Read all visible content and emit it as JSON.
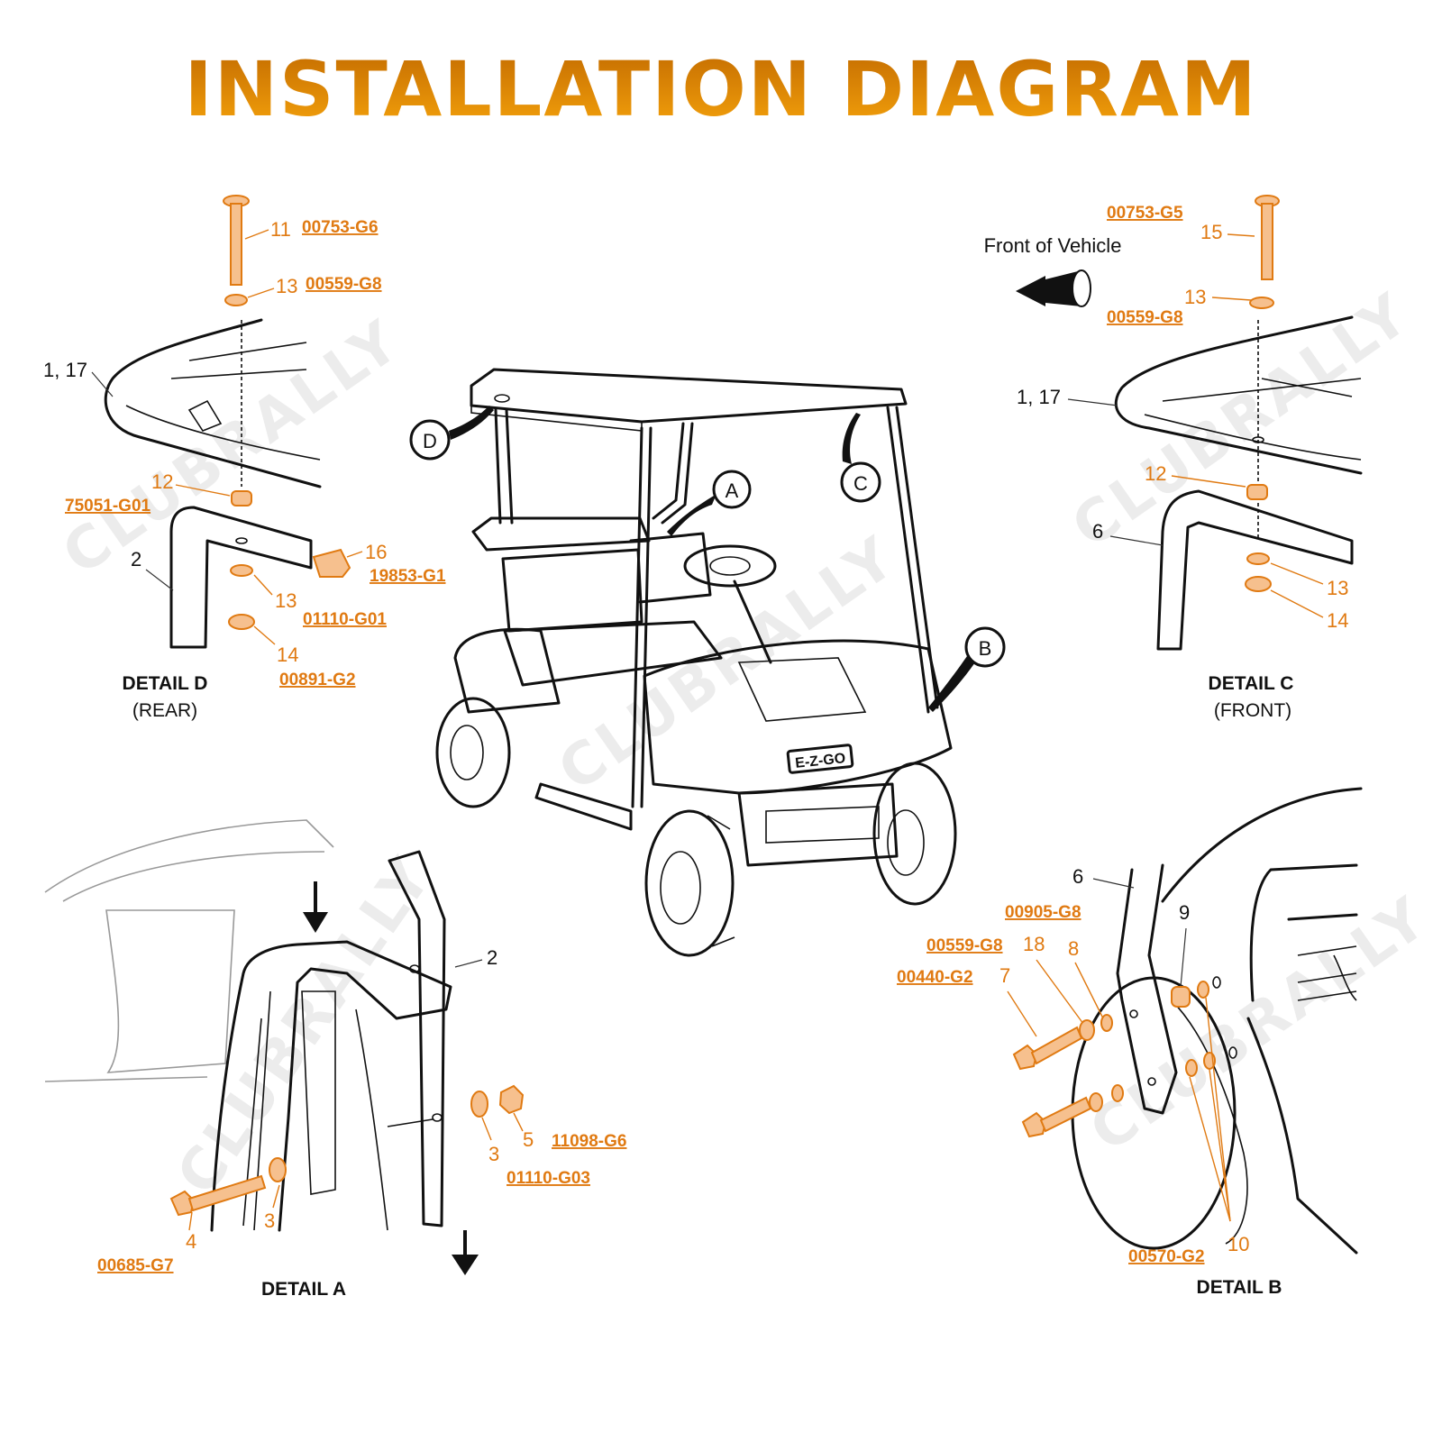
{
  "title": "INSTALLATION DIAGRAM",
  "colors": {
    "title_top": "#c97200",
    "title_bottom": "#f5a00a",
    "callout": "#e07a12"
  },
  "watermark": "CLUBRALLY",
  "front_label": "Front of Vehicle",
  "cart": {
    "callouts": [
      "A",
      "B",
      "C",
      "D"
    ],
    "badge": "E-Z-GO"
  },
  "detail_d": {
    "title": "DETAIL D",
    "subtitle": "(REAR)",
    "labels": {
      "roof": "1, 17",
      "strut": "2"
    },
    "parts": [
      {
        "num": "11",
        "pn": "00753-G6"
      },
      {
        "num": "13",
        "pn": "00559-G8"
      },
      {
        "num": "12",
        "pn": "75051-G01"
      },
      {
        "num": "16",
        "pn": "19853-G1"
      },
      {
        "num": "13",
        "pn": "01110-G01"
      },
      {
        "num": "14",
        "pn": "00891-G2"
      }
    ]
  },
  "detail_c": {
    "title": "DETAIL C",
    "subtitle": "(FRONT)",
    "labels": {
      "roof": "1, 17",
      "strut": "6"
    },
    "parts": [
      {
        "num": "15",
        "pn": "00753-G5"
      },
      {
        "num": "13",
        "pn": "00559-G8"
      },
      {
        "num": "12",
        "pn": ""
      },
      {
        "num": "13",
        "pn": ""
      },
      {
        "num": "14",
        "pn": ""
      }
    ]
  },
  "detail_a": {
    "title": "DETAIL A",
    "labels": {
      "strut": "2"
    },
    "parts": [
      {
        "num": "3",
        "pn": "01110-G03"
      },
      {
        "num": "5",
        "pn": "11098-G6"
      },
      {
        "num": "4",
        "pn": "00685-G7"
      },
      {
        "num": "3",
        "pn": ""
      }
    ]
  },
  "detail_b": {
    "title": "DETAIL B",
    "labels": {
      "strut": "6"
    },
    "parts": [
      {
        "num": "",
        "pn": "00905-G8"
      },
      {
        "num": "18",
        "pn": "00559-G8"
      },
      {
        "num": "8",
        "pn": ""
      },
      {
        "num": "7",
        "pn": "00440-G2"
      },
      {
        "num": "9",
        "pn": ""
      },
      {
        "num": "10",
        "pn": "00570-G2"
      }
    ]
  }
}
